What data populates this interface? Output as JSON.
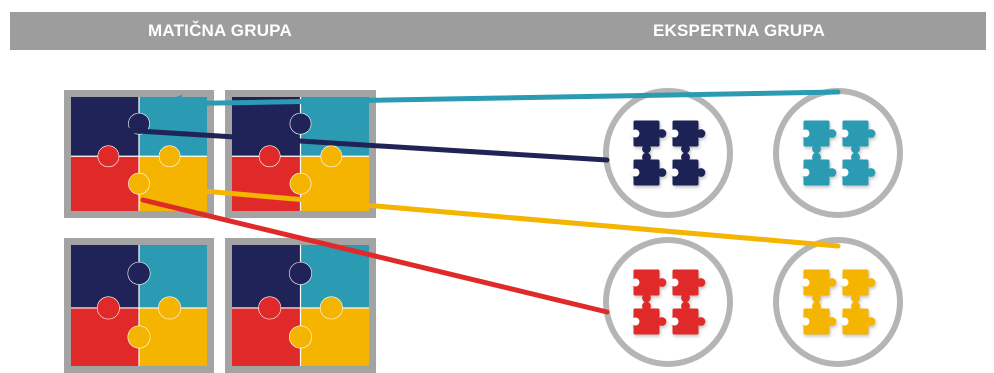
{
  "header": {
    "left_title": "MATIČNA GRUPA",
    "right_title": "EKSPERTNA GRUPA"
  },
  "colors": {
    "header_bar": "#9d9d9d",
    "frame": "#a3a3a3",
    "navy": "#1f2357",
    "teal": "#2a9bb3",
    "red": "#e02a2a",
    "yellow": "#f4b400",
    "circle_ring": "#b5b5b5"
  },
  "home_groups": [
    {
      "name": "home-group-top-left",
      "pieces": [
        "navy",
        "teal",
        "red",
        "yellow"
      ]
    },
    {
      "name": "home-group-top-right",
      "pieces": [
        "navy",
        "teal",
        "red",
        "yellow"
      ]
    },
    {
      "name": "home-group-bottom-left",
      "pieces": [
        "navy",
        "teal",
        "red",
        "yellow"
      ]
    },
    {
      "name": "home-group-bottom-right",
      "pieces": [
        "navy",
        "teal",
        "red",
        "yellow"
      ]
    }
  ],
  "expert_groups": [
    {
      "name": "expert-group-navy",
      "color": "navy"
    },
    {
      "name": "expert-group-teal",
      "color": "teal"
    },
    {
      "name": "expert-group-red",
      "color": "red"
    },
    {
      "name": "expert-group-yellow",
      "color": "yellow"
    }
  ],
  "connections": [
    {
      "from": "teal",
      "to": "expert-group-teal"
    },
    {
      "from": "navy",
      "to": "expert-group-navy"
    },
    {
      "from": "yellow",
      "to": "expert-group-yellow"
    },
    {
      "from": "red",
      "to": "expert-group-red"
    }
  ]
}
